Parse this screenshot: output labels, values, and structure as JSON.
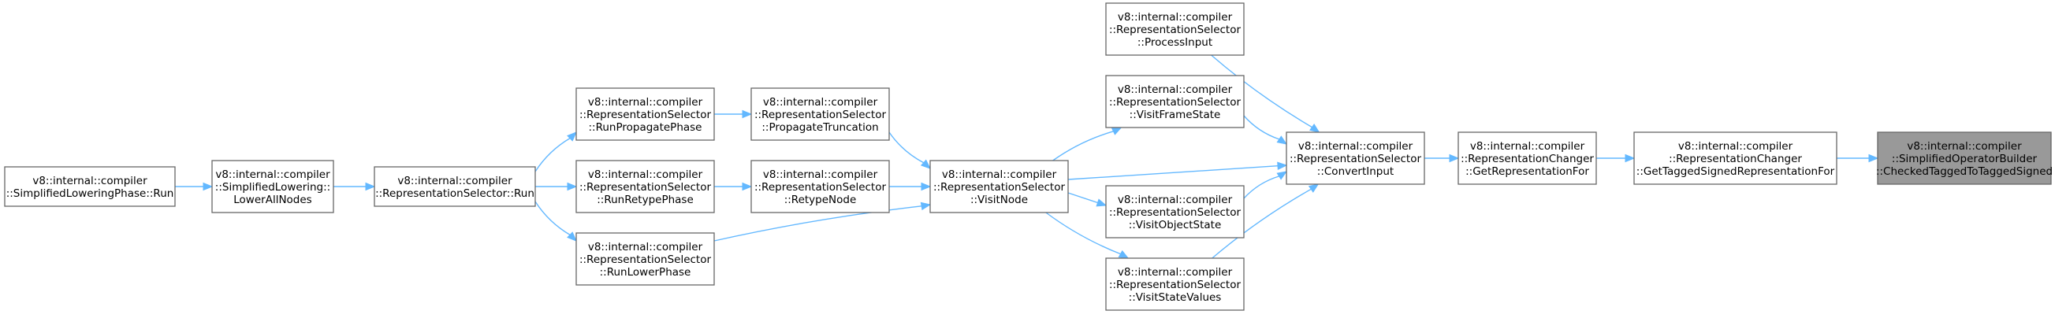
{
  "nodes": [
    {
      "id": "slp_run",
      "lines": [
        "v8::internal::compiler",
        "::SimplifiedLoweringPhase::Run"
      ]
    },
    {
      "id": "sl_lower",
      "lines": [
        "v8::internal::compiler",
        "::SimplifiedLowering::",
        "LowerAllNodes"
      ]
    },
    {
      "id": "rs_run",
      "lines": [
        "v8::internal::compiler",
        "::RepresentationSelector::Run"
      ]
    },
    {
      "id": "rs_runprop",
      "lines": [
        "v8::internal::compiler",
        "::RepresentationSelector",
        "::RunPropagatePhase"
      ]
    },
    {
      "id": "rs_runretype",
      "lines": [
        "v8::internal::compiler",
        "::RepresentationSelector",
        "::RunRetypePhase"
      ]
    },
    {
      "id": "rs_runlower",
      "lines": [
        "v8::internal::compiler",
        "::RepresentationSelector",
        "::RunLowerPhase"
      ]
    },
    {
      "id": "rs_proptrunc",
      "lines": [
        "v8::internal::compiler",
        "::RepresentationSelector",
        "::PropagateTruncation"
      ]
    },
    {
      "id": "rs_retype",
      "lines": [
        "v8::internal::compiler",
        "::RepresentationSelector",
        "::RetypeNode"
      ]
    },
    {
      "id": "rs_visitnode",
      "lines": [
        "v8::internal::compiler",
        "::RepresentationSelector",
        "::VisitNode"
      ]
    },
    {
      "id": "rs_procinput",
      "lines": [
        "v8::internal::compiler",
        "::RepresentationSelector",
        "::ProcessInput"
      ]
    },
    {
      "id": "rs_visitframe",
      "lines": [
        "v8::internal::compiler",
        "::RepresentationSelector",
        "::VisitFrameState"
      ]
    },
    {
      "id": "rs_visitobj",
      "lines": [
        "v8::internal::compiler",
        "::RepresentationSelector",
        "::VisitObjectState"
      ]
    },
    {
      "id": "rs_visitstate",
      "lines": [
        "v8::internal::compiler",
        "::RepresentationSelector",
        "::VisitStateValues"
      ]
    },
    {
      "id": "rs_convert",
      "lines": [
        "v8::internal::compiler",
        "::RepresentationSelector",
        "::ConvertInput"
      ]
    },
    {
      "id": "rc_getrep",
      "lines": [
        "v8::internal::compiler",
        "::RepresentationChanger",
        "::GetRepresentationFor"
      ]
    },
    {
      "id": "rc_gettagged",
      "lines": [
        "v8::internal::compiler",
        "::RepresentationChanger",
        "::GetTaggedSignedRepresentationFor"
      ]
    },
    {
      "id": "sob_checked",
      "lines": [
        "v8::internal::compiler",
        "::SimplifiedOperatorBuilder",
        "::CheckedTaggedToTaggedSigned"
      ],
      "highlight": true
    }
  ],
  "edges": [
    {
      "from": "slp_run",
      "to": "sl_lower"
    },
    {
      "from": "sl_lower",
      "to": "rs_run"
    },
    {
      "from": "rs_run",
      "to": "rs_runprop"
    },
    {
      "from": "rs_run",
      "to": "rs_runretype"
    },
    {
      "from": "rs_run",
      "to": "rs_runlower"
    },
    {
      "from": "rs_runprop",
      "to": "rs_proptrunc"
    },
    {
      "from": "rs_runretype",
      "to": "rs_retype"
    },
    {
      "from": "rs_proptrunc",
      "to": "rs_visitnode"
    },
    {
      "from": "rs_retype",
      "to": "rs_visitnode"
    },
    {
      "from": "rs_runlower",
      "to": "rs_visitnode"
    },
    {
      "from": "rs_visitnode",
      "to": "rs_visitframe"
    },
    {
      "from": "rs_visitnode",
      "to": "rs_convert"
    },
    {
      "from": "rs_visitnode",
      "to": "rs_visitobj"
    },
    {
      "from": "rs_visitnode",
      "to": "rs_visitstate"
    },
    {
      "from": "rs_procinput",
      "to": "rs_convert"
    },
    {
      "from": "rs_visitframe",
      "to": "rs_convert"
    },
    {
      "from": "rs_visitobj",
      "to": "rs_convert"
    },
    {
      "from": "rs_visitstate",
      "to": "rs_convert"
    },
    {
      "from": "rs_convert",
      "to": "rc_getrep"
    },
    {
      "from": "rc_getrep",
      "to": "rc_gettagged"
    },
    {
      "from": "rc_gettagged",
      "to": "sob_checked"
    }
  ],
  "colors": {
    "edge": "#63b8ff",
    "node_border": "#666666",
    "highlight_fill": "#999999"
  }
}
